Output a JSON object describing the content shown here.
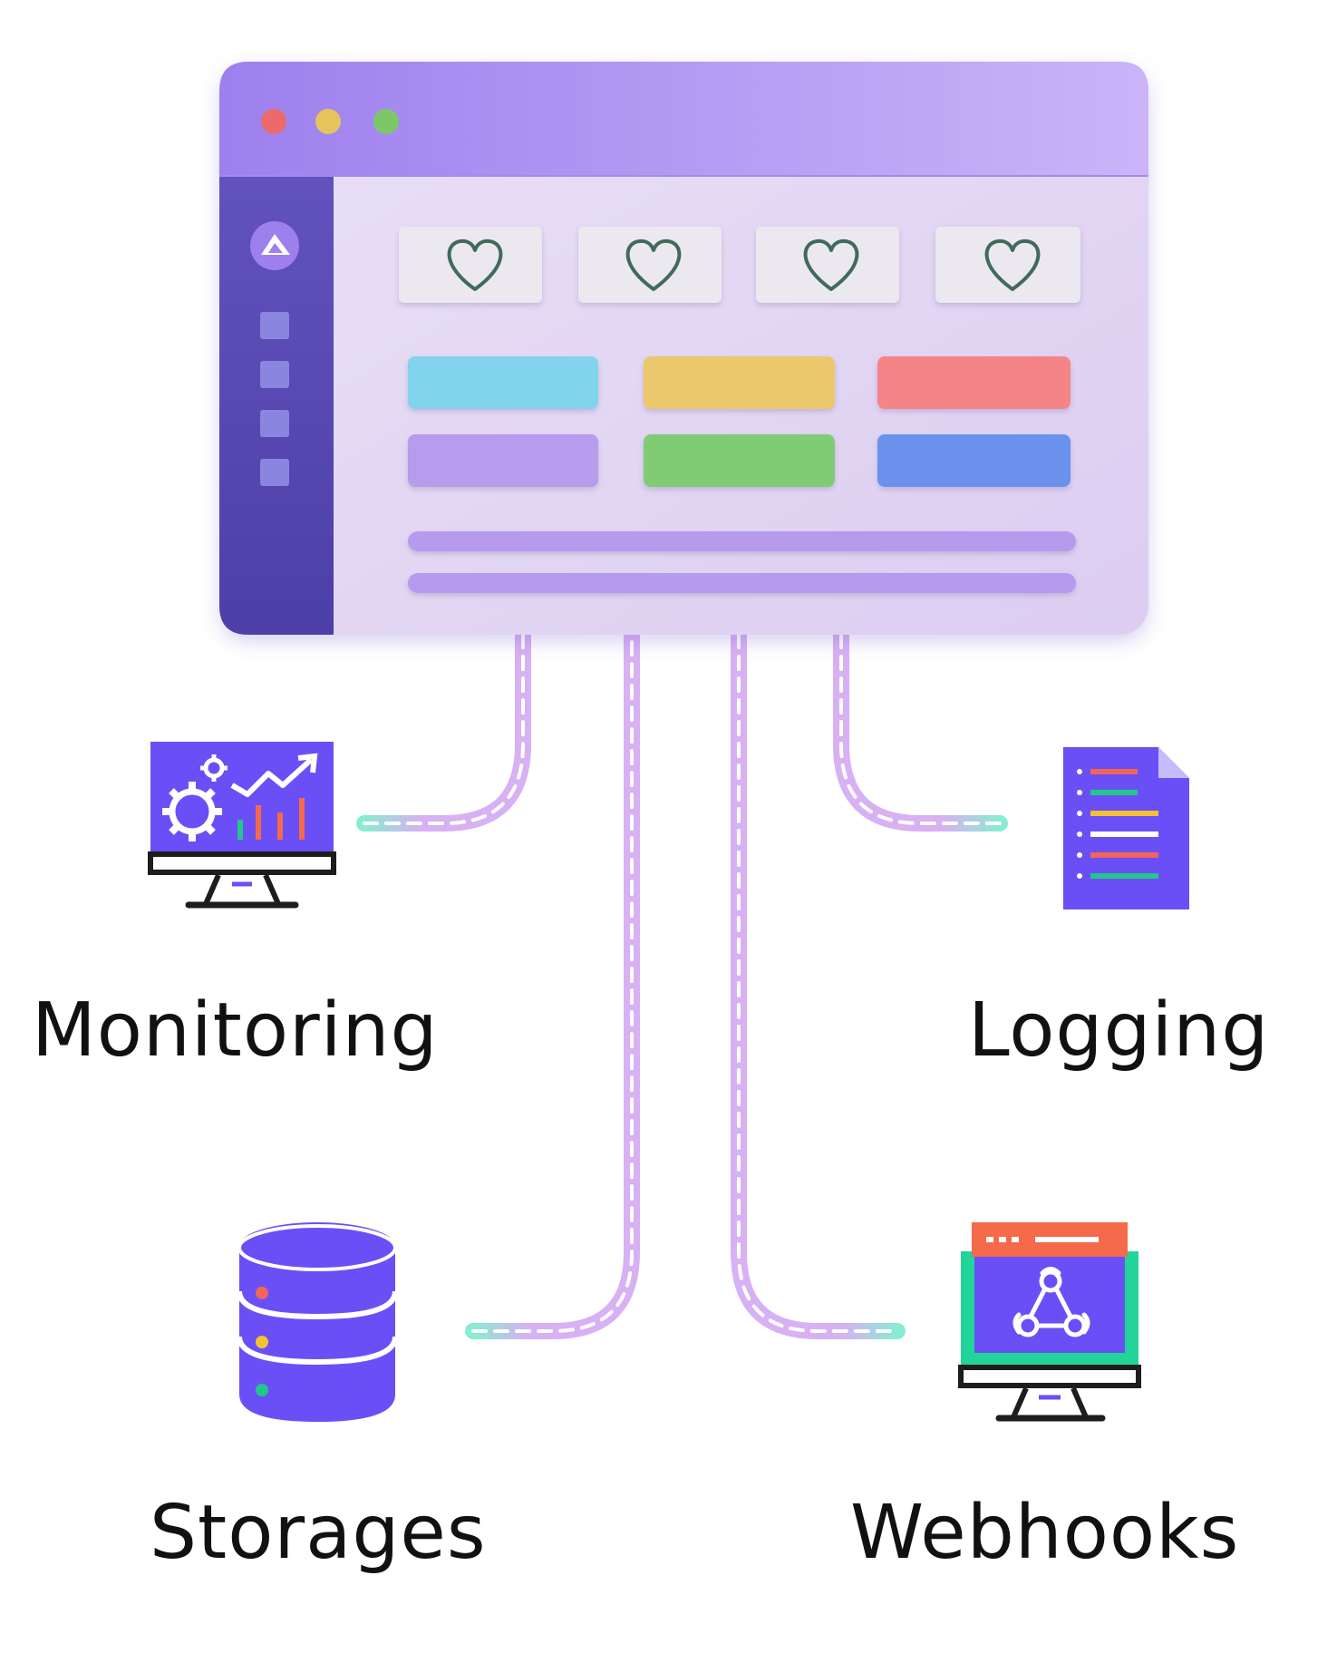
{
  "labels": {
    "monitoring": "Monitoring",
    "logging": "Logging",
    "storages": "Storages",
    "webhooks": "Webhooks"
  },
  "icons": {
    "window_controls": [
      "red-dot-icon",
      "yellow-dot-icon",
      "green-dot-icon"
    ],
    "cards": [
      "heart-icon",
      "heart-icon",
      "heart-icon",
      "heart-icon"
    ],
    "services": [
      "monitoring-dashboard-icon",
      "log-document-icon",
      "database-icon",
      "webhook-monitor-icon"
    ]
  },
  "colors": {
    "titlebar": "#b293f4",
    "sidebar": "#5b4bb8",
    "content": "#e7dcf5",
    "accent": "#6b4ef6",
    "connector": "#d6b0f2",
    "connector_end": "#86ebd0",
    "pill_row_1": [
      "#82d3ee",
      "#ecc86c",
      "#f58487"
    ],
    "pill_row_2": [
      "#b79bec",
      "#7fcc74",
      "#6a91ec"
    ]
  }
}
